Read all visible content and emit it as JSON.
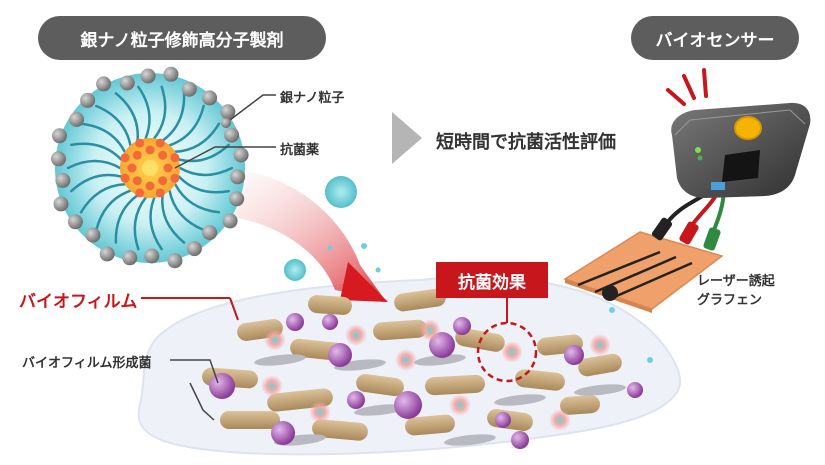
{
  "title_left": "銀ナノ粒子修飾高分子製剤",
  "title_right": "バイオセンサー",
  "labels": {
    "nanoparticle": "銀ナノ粒子",
    "drug": "抗菌薬",
    "arrow_caption": "短時間で抗菌活性評価",
    "effect": "抗菌効果",
    "biofilm": "バイオフィルム",
    "biofilm_bacteria": "バイオフィルム形成菌",
    "graphene_line1": "レーザー誘起",
    "graphene_line2": "グラフェン"
  },
  "colors": {
    "accent_red": "#c7161c",
    "pill_gray": "#5d5d5d",
    "micelle_cyan": "#7fd6e0",
    "graphene_orange": "#f0a06a",
    "bacteria_tan": "#c7a878",
    "bacteria_purple": "#9a4fa8"
  }
}
